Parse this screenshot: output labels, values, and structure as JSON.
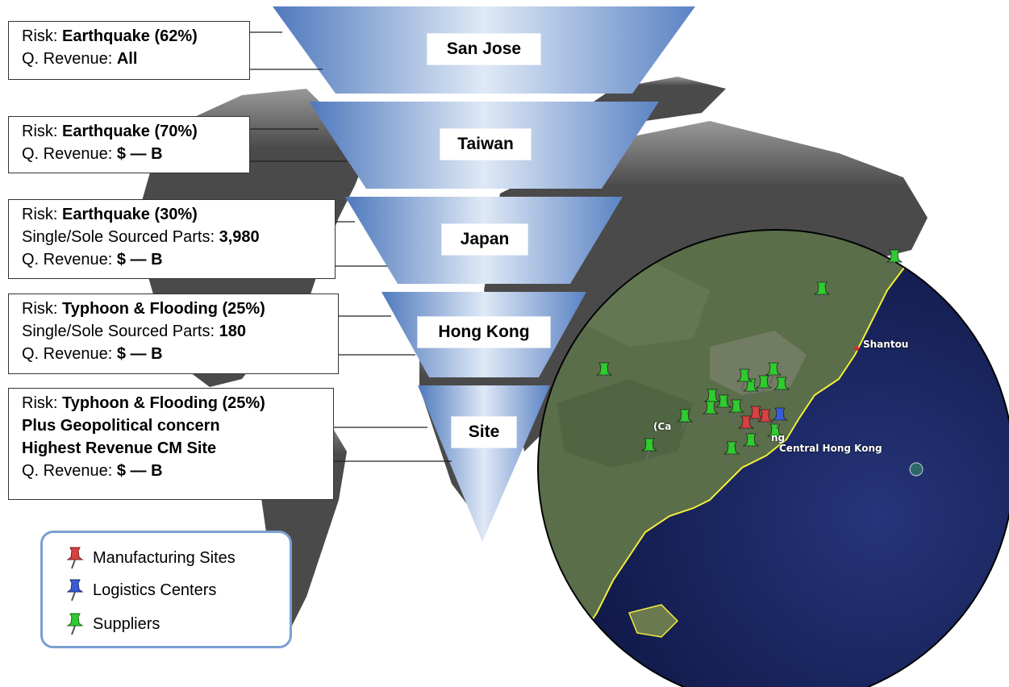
{
  "boxes": [
    {
      "lines": [
        {
          "prefix": "Risk: ",
          "bold": "Earthquake (62%)"
        },
        {
          "prefix": "Q. Revenue: ",
          "bold": "All"
        }
      ]
    },
    {
      "lines": [
        {
          "prefix": "Risk: ",
          "bold": "Earthquake (70%)"
        },
        {
          "prefix": "Q. Revenue: ",
          "bold": "$ — B"
        }
      ]
    },
    {
      "lines": [
        {
          "prefix": "Risk: ",
          "bold": "Earthquake (30%)"
        },
        {
          "prefix": "Single/Sole Sourced Parts: ",
          "bold": "3,980"
        },
        {
          "prefix": "Q. Revenue: ",
          "bold": "$ — B"
        }
      ]
    },
    {
      "lines": [
        {
          "prefix": "Risk: ",
          "bold": "Typhoon & Flooding (25%)"
        },
        {
          "prefix": "Single/Sole Sourced Parts: ",
          "bold": "180"
        },
        {
          "prefix": "Q. Revenue: ",
          "bold": "$ — B"
        }
      ]
    },
    {
      "lines": [
        {
          "prefix": "Risk: ",
          "bold": "Typhoon & Flooding (25%)"
        },
        {
          "prefix": "",
          "bold": "Plus Geopolitical concern"
        },
        {
          "prefix": "",
          "bold": "Highest Revenue CM Site"
        },
        {
          "prefix": "Q. Revenue: ",
          "bold": "$ — B"
        }
      ]
    }
  ],
  "funnel_labels": [
    "San Jose",
    "Taiwan",
    "Japan",
    "Hong Kong",
    "Site"
  ],
  "legend": {
    "manufacturing": "Manufacturing Sites",
    "logistics": "Logistics Centers",
    "suppliers": "Suppliers"
  },
  "map_labels": {
    "shantou": "Shantou",
    "central_hong_kong": "Central Hong Kong",
    "ca": "(Ca",
    "ng": "ng"
  },
  "colors": {
    "funnel_dark": "#5b83c4",
    "funnel_light": "#d9e5f4",
    "world_land": "#4a4a4a",
    "sea": "#1c2a63",
    "land": "#56704a",
    "coast": "#f2ee3a",
    "pin_manufacturing": "#d94040",
    "pin_logistics": "#3a5bd9",
    "pin_suppliers": "#2ecc2e",
    "legend_border": "#7b9fd2"
  }
}
